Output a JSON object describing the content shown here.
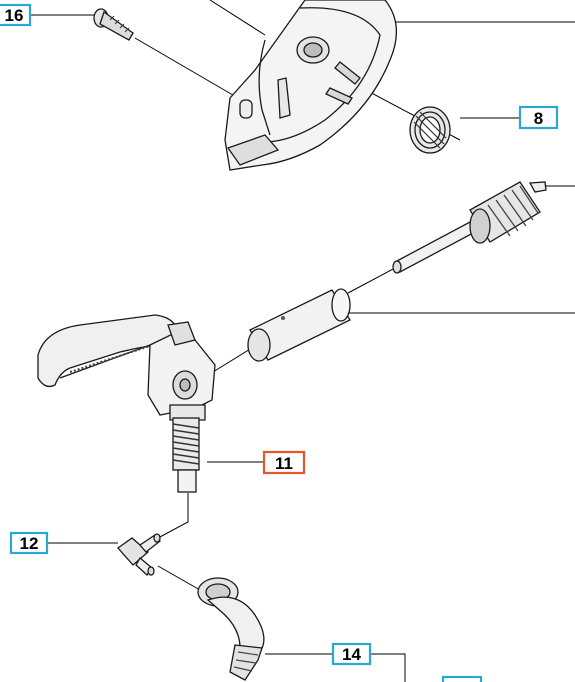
{
  "callouts": {
    "c16": {
      "label": "16",
      "border_color": "#29a8d0"
    },
    "c8": {
      "label": "8",
      "border_color": "#29a8d0"
    },
    "c11": {
      "label": "11",
      "border_color": "#e8552b"
    },
    "c12": {
      "label": "12",
      "border_color": "#29a8d0"
    },
    "c14": {
      "label": "14",
      "border_color": "#29a8d0"
    },
    "c_partial": {
      "label": "",
      "border_color": "#29a8d0"
    }
  },
  "colors": {
    "line": "#000000",
    "part_fill": "#f2f2f2",
    "part_shade": "#bdbdbd"
  }
}
